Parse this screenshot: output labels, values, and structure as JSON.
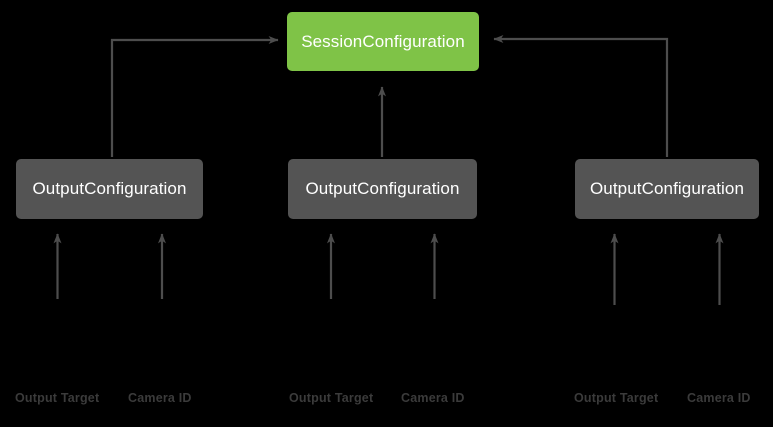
{
  "diagram": {
    "title_node": {
      "label": "SessionConfiguration",
      "color": "#7FC347"
    },
    "node_color": "#545454",
    "edge_color": "#4d4d4d",
    "background": "#000000",
    "label_color": "#3b3b3b",
    "output_nodes": [
      {
        "label": "OutputConfiguration"
      },
      {
        "label": "OutputConfiguration"
      },
      {
        "label": "OutputConfiguration"
      }
    ],
    "field_labels": [
      {
        "target": "Output Target",
        "camera": "Camera ID"
      },
      {
        "target": "Output Target",
        "camera": "Camera ID"
      },
      {
        "target": "Output Target",
        "camera": "Camera ID"
      }
    ]
  }
}
